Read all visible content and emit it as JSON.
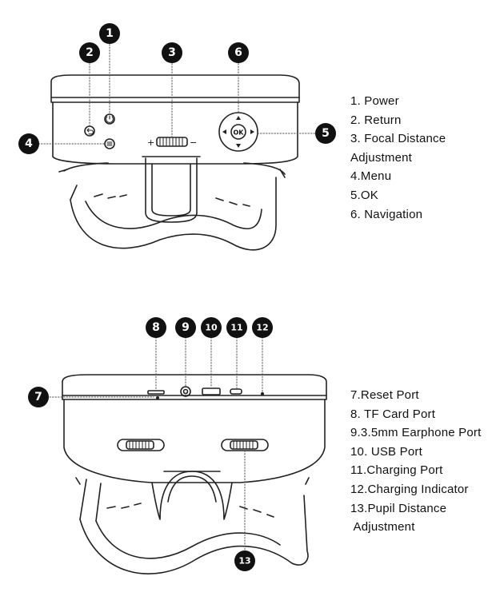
{
  "diagram": {
    "top_badges": [
      "1",
      "2",
      "3",
      "4",
      "5",
      "6"
    ],
    "bottom_badges": [
      "7",
      "8",
      "9",
      "10",
      "11",
      "12",
      "13"
    ],
    "ok_label": "OK",
    "focal_plus": "+",
    "focal_minus": "−"
  },
  "legend_top": [
    "1. Power",
    "2. Return",
    "3. Focal Distance",
    "Adjustment",
    "4.Menu",
    "5.OK",
    "6. Navigation"
  ],
  "legend_bottom": [
    "7.Reset Port",
    "8. TF Card Port",
    "9.3.5mm Earphone Port",
    "10. USB Port",
    "11.Charging Port",
    "12.Charging Indicator",
    "13.Pupil Distance",
    " Adjustment"
  ],
  "colors": {
    "badge": "#111111",
    "line": "#222222",
    "dash": "#555555"
  }
}
